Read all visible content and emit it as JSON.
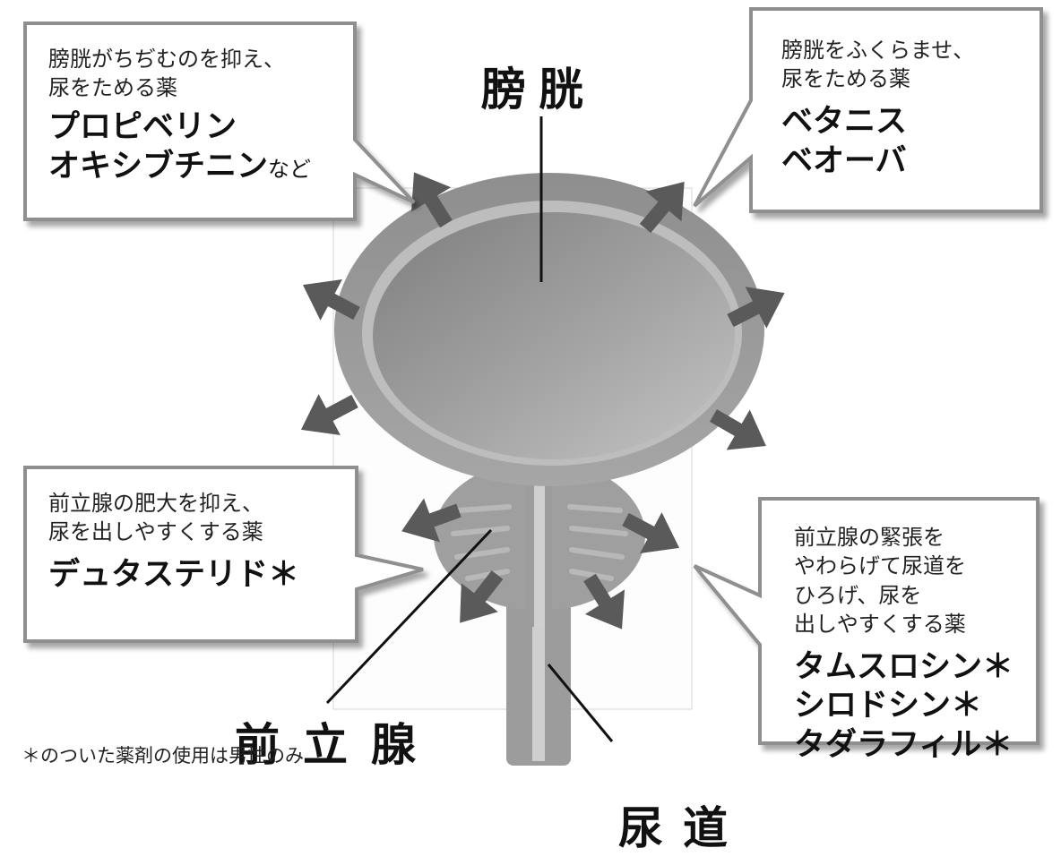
{
  "labels": {
    "bladder": "膀胱",
    "prostate": "前立腺",
    "urethra": "尿道"
  },
  "boxes": {
    "top_left": {
      "desc": [
        "膀胱がちぢむのを抑え、",
        "尿をためる薬"
      ],
      "drug1": "プロピベリン",
      "drug2": "オキシブチニン",
      "drug2_suffix": "など"
    },
    "top_right": {
      "desc": [
        "膀胱をふくらませ、",
        "尿をためる薬"
      ],
      "drugs": [
        "ベタニス",
        "ベオーバ"
      ]
    },
    "mid_left": {
      "desc": [
        "前立腺の肥大を抑え、",
        "尿を出しやすくする薬"
      ],
      "drugs": [
        "デュタステリド＊"
      ]
    },
    "bottom_right": {
      "desc": [
        "前立腺の緊張を",
        "やわらげて尿道を",
        "ひろげ、尿を",
        "出しやすくする薬"
      ],
      "drugs": [
        "タムスロシン＊",
        "シロドシン＊",
        "タダラフィル＊"
      ]
    }
  },
  "footnote": "＊のついた薬剤の使用は男性のみ",
  "colors": {
    "arrow": "#5a5a5a",
    "tissue": "#9a9a9a",
    "lumen_light": "#bdbdbd",
    "lumen_dark": "#7a7a7a",
    "box_border": "#8f8f8f"
  }
}
